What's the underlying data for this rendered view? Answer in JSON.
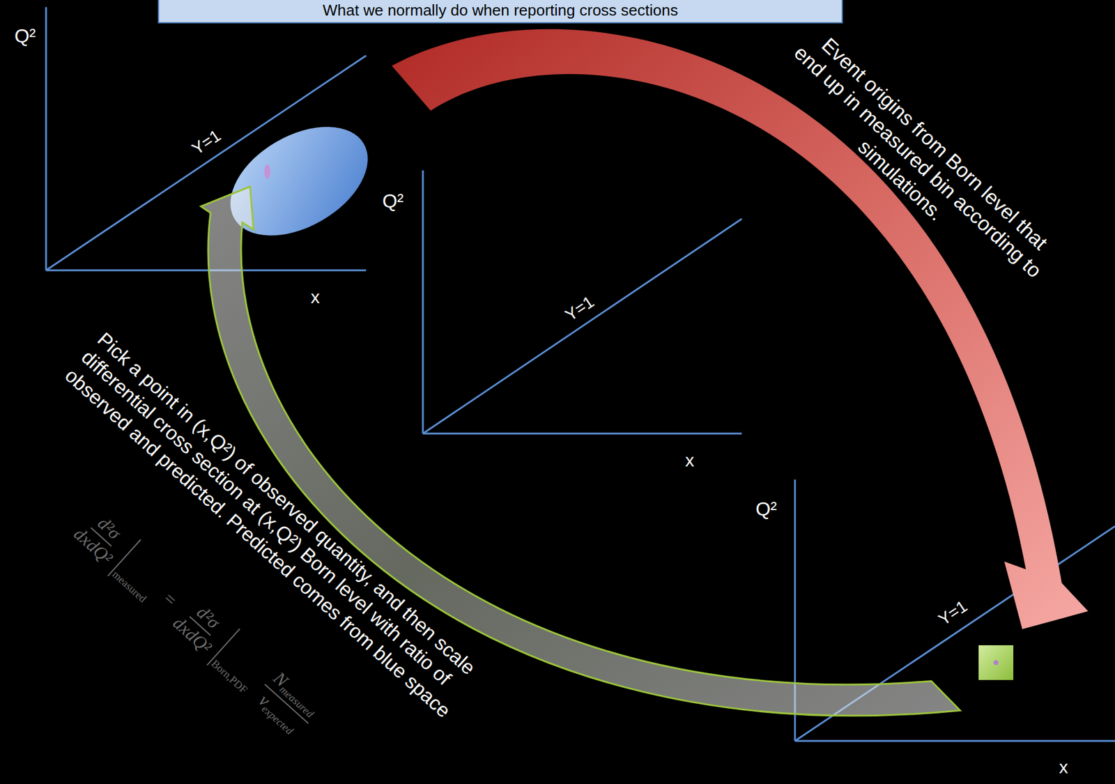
{
  "diagram": {
    "title": "What we normally do when reporting cross sections",
    "labels": [
      "Q²",
      "x",
      "Y=1",
      "Q²",
      "x",
      "Y=1",
      "Q²",
      "x",
      "Y=1",
      "Event origins from Born level that end up in measured bin according to simulations.",
      "Pick a point in (x,Q²) of observed quantity, and then scale differential cross section at (x,Q²) Born level with ratio of observed and predicted. Predicted comes from blue space",
      "d²σ",
      "dxdQ²",
      "measured",
      "=",
      "d²σ",
      "dxdQ²",
      "Born,PDF",
      "N",
      "measured",
      "ν",
      "expected"
    ]
  }
}
